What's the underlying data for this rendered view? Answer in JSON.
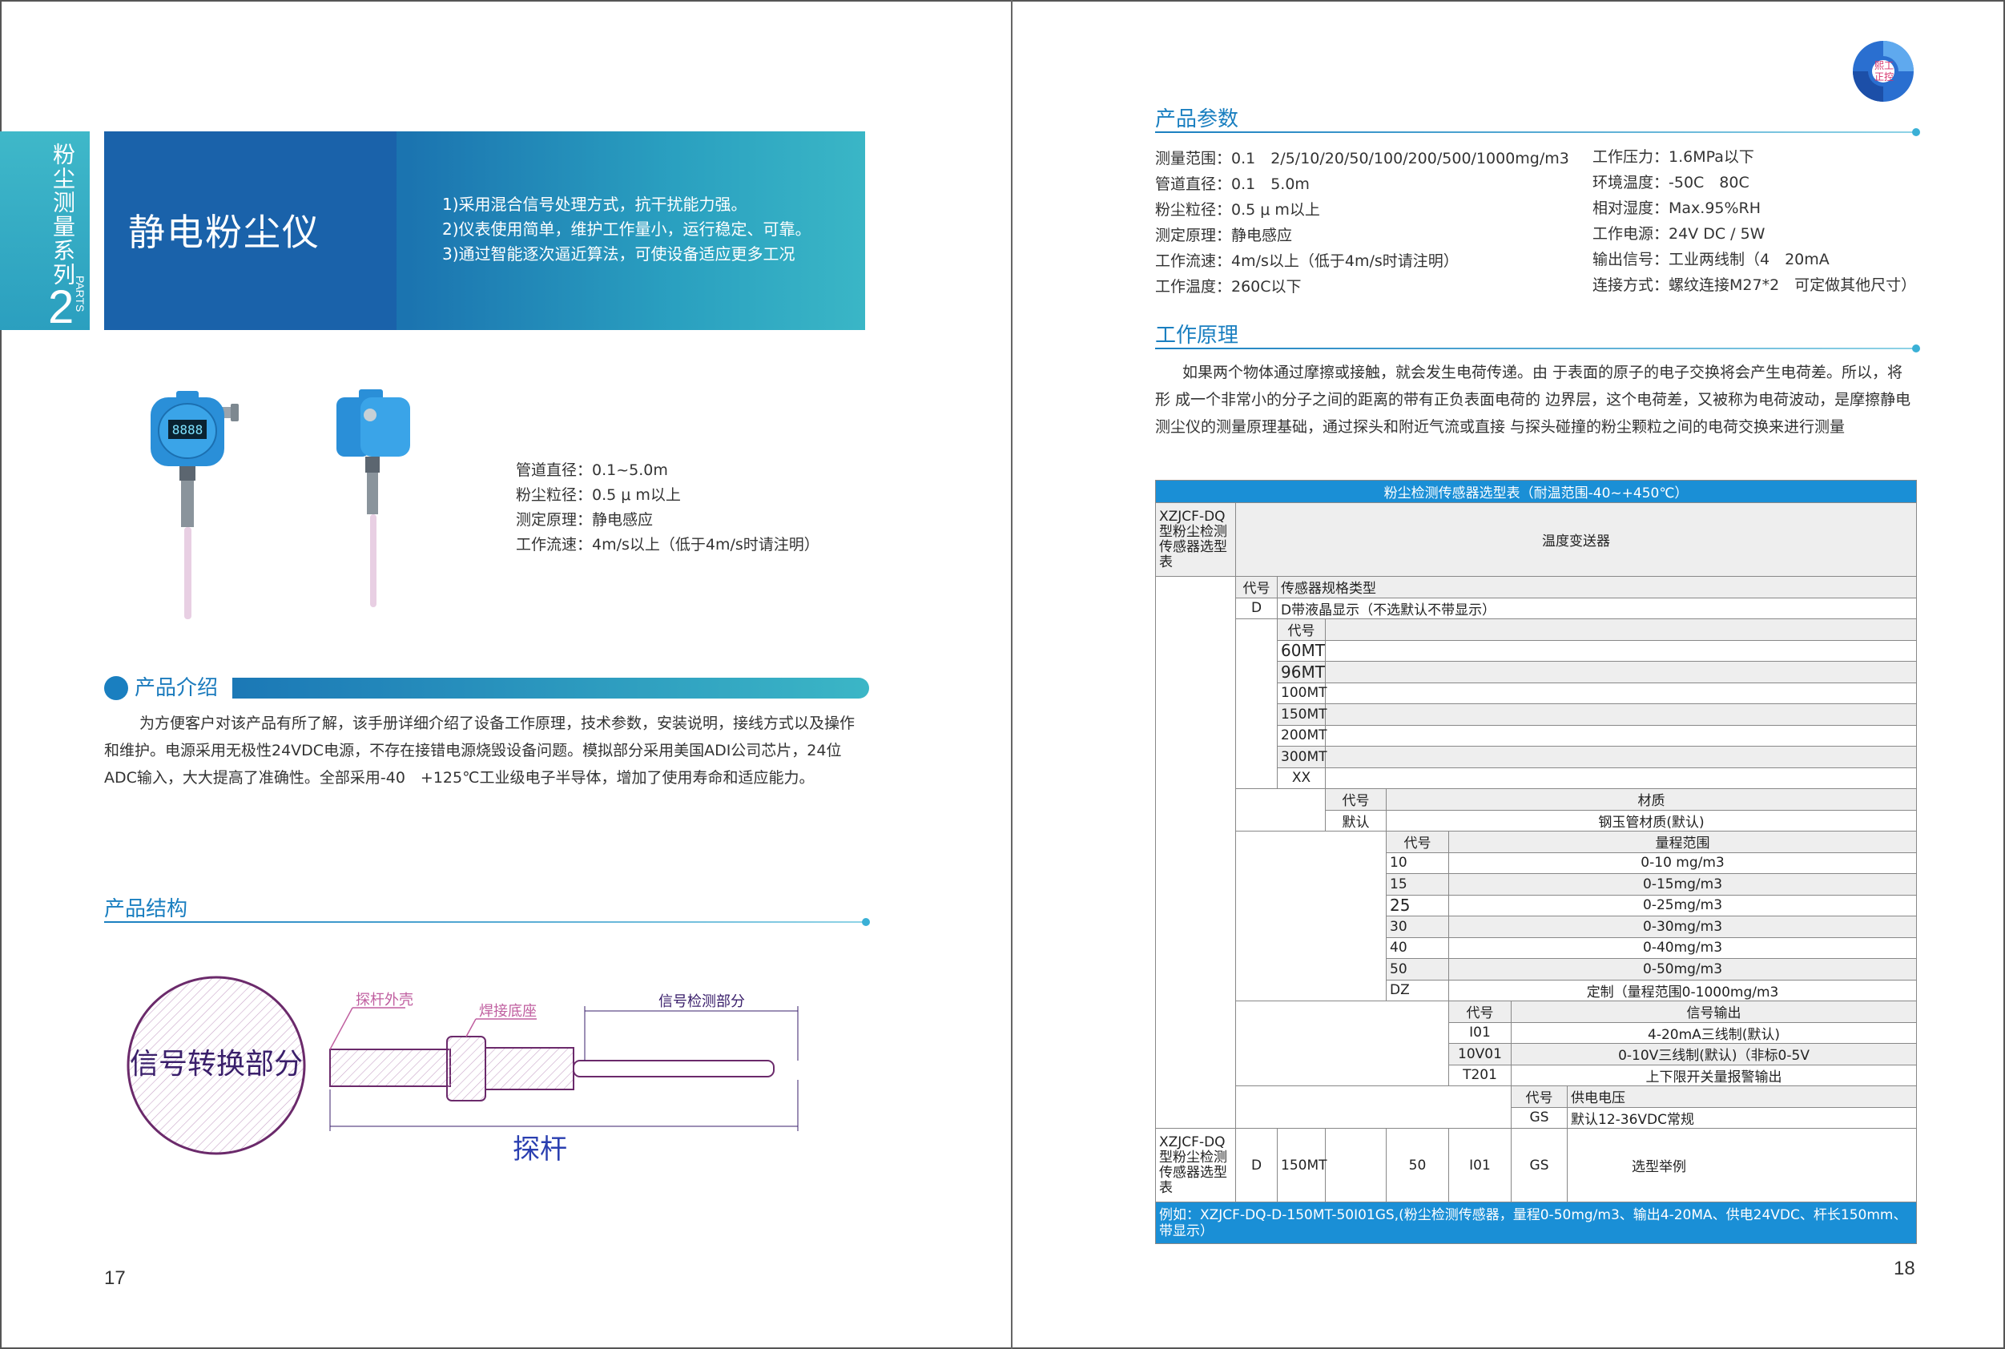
{
  "left_page": {
    "series_label": "粉尘测量系列",
    "series_number": "2",
    "series_parts": "PARTS",
    "product_title": "静电粉尘仪",
    "features": [
      "1)采用混合信号处理方式，抗干扰能力强。",
      "2)仪表使用简单，维护工作量小，运行稳定、可靠。",
      "3)通过智能逐次逼近算法，可使设备适应更多工况"
    ],
    "display_reading": "8888",
    "quick_specs": [
      "管道直径：0.1~5.0m",
      "粉尘粒径：0.5 μ m以上",
      "测定原理：静电感应",
      "工作流速：4m/s以上（低于4m/s时请注明）"
    ],
    "intro_title": "产品介绍",
    "intro_text": "为方便客户对该产品有所了解，该手册详细介绍了设备工作原理，技术参数，安装说明，接线方式以及操作和维护。电源采用无极性24VDC电源，不存在接错电源烧毁设备问题。模拟部分采用美国ADI公司芯片，24位ADC输入，大大提高了准确性。全部采用-40　+125℃工业级电子半导体，增加了使用寿命和适应能力。",
    "structure_title": "产品结构",
    "diagram_labels": {
      "circle": "信号转换部分",
      "probe_shell": "探杆外壳",
      "weld_base": "焊接底座",
      "signal_part": "信号检测部分",
      "probe": "探杆"
    },
    "page_number": "17"
  },
  "right_page": {
    "logo_text_top": "熙工",
    "logo_text_bottom": "正控",
    "params_title": "产品参数",
    "params_left": [
      "测量范围：0.1　2/5/10/20/50/100/200/500/1000mg/m3",
      "管道直径：0.1　5.0m",
      "粉尘粒径：0.5 μ m以上",
      "测定原理：静电感应",
      "工作流速：4m/s以上（低于4m/s时请注明）",
      "工作温度：260C以下"
    ],
    "params_right": [
      "工作压力：1.6MPa以下",
      "环境温度：-50C　80C",
      "相对湿度：Max.95%RH",
      "工作电源：24V DC / 5W",
      "输出信号：工业两线制（4　20mA",
      "连接方式：螺纹连接M27*2　可定做其他尺寸）"
    ],
    "principle_title": "工作原理",
    "principle_text": "如果两个物体通过摩擦或接触，就会发生电荷传递。由 于表面的原子的电子交换将会产生电荷差。所以，将形 成一个非常小的分子之间的距离的带有正负表面电荷的 边界层，这个电荷差，又被称为电荷波动，是摩擦静电测尘仪的测量原理基础，通过探头和附近气流或直接 与探头碰撞的粉尘颗粒之间的电荷交换来进行测量",
    "table": {
      "header": "粉尘检测传感器选型表（耐温范围-40~+450℃）",
      "model_label": "XZJCF-DQ型粉尘检测传感器选型表",
      "model_desc": "温度变送器",
      "code_label": "代号",
      "sensor_type_label": "传感器规格类型",
      "display_code": "D",
      "display_desc": "D带液晶显示（不选默认不带显示）",
      "length_codes": [
        "60MT",
        "96MT",
        "100MT",
        "150MT",
        "200MT",
        "300MT",
        "XX"
      ],
      "material_label": "材质",
      "material_code": "默认",
      "material_desc": "钢玉管材质(默认)",
      "range_label": "量程范围",
      "ranges": [
        {
          "code": "10",
          "desc": "0-10 mg/m3"
        },
        {
          "code": "15",
          "desc": "0-15mg/m3"
        },
        {
          "code": "25",
          "desc": "0-25mg/m3"
        },
        {
          "code": "30",
          "desc": "0-30mg/m3"
        },
        {
          "code": "40",
          "desc": "0-40mg/m3"
        },
        {
          "code": "50",
          "desc": "0-50mg/m3"
        },
        {
          "code": "DZ",
          "desc": "定制（量程范围0-1000mg/m3"
        }
      ],
      "output_label": "信号输出",
      "outputs": [
        {
          "code": "I01",
          "desc": "4-20mA三线制(默认)"
        },
        {
          "code": "10V01",
          "desc": "0-10V三线制(默认)（非标0-5V"
        },
        {
          "code": "T201",
          "desc": "上下限开关量报警输出"
        }
      ],
      "power_label": "供电电压",
      "power_code": "GS",
      "power_desc": "默认12-36VDC常规",
      "example_row": [
        "D",
        "150MT",
        "",
        "50",
        "I01",
        "GS",
        "选型举例"
      ],
      "footer": "例如：XZJCF-DQ-D-150MT-50I01GS,(粉尘检测传感器，量程0-50mg/m3、输出4-20MA、供电24VDC、杆长150mm、带显示）"
    },
    "page_number": "18"
  },
  "colors": {
    "accent_blue": "#1a7fc0",
    "banner_dark": "#1a62aa",
    "banner_teal": "#3ab6c6",
    "table_header": "#1a8fd6",
    "device_blue": "#2a8fd8"
  }
}
